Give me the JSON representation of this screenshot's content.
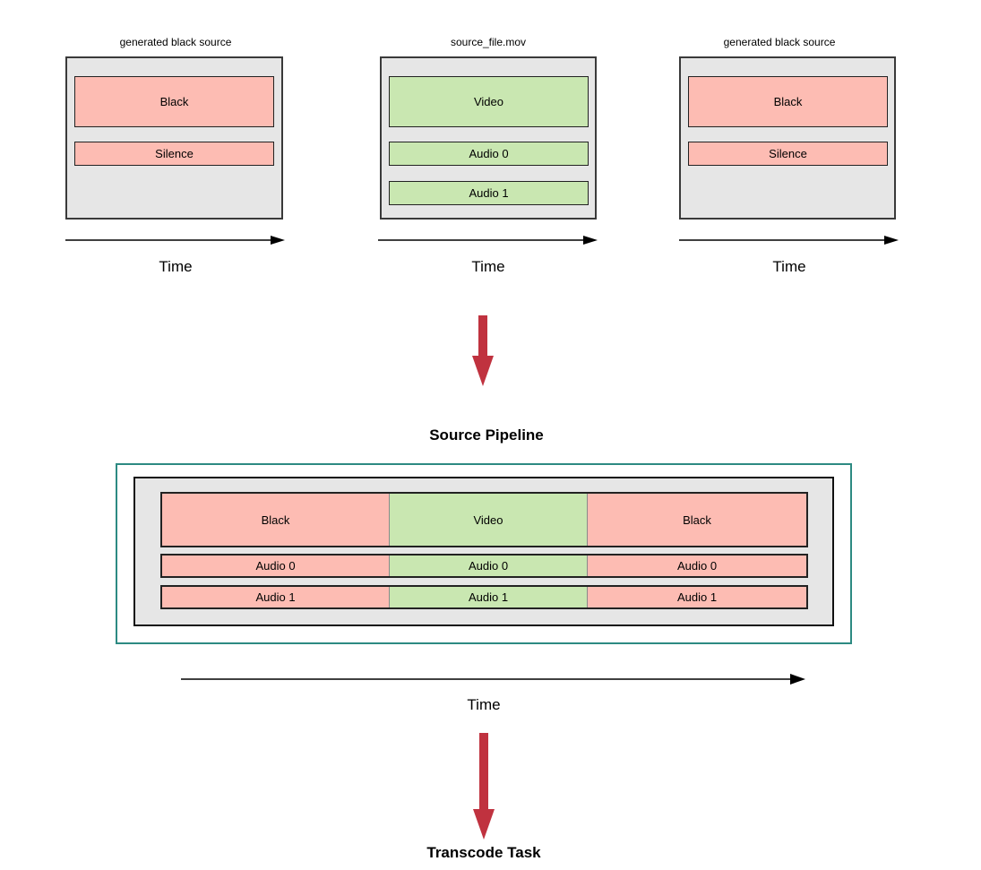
{
  "sources": [
    {
      "title": "generated black source",
      "tracks": [
        {
          "label": "Black",
          "kind": "black"
        },
        {
          "label": "Silence",
          "kind": "black"
        }
      ],
      "time_label": "Time"
    },
    {
      "title": "source_file.mov",
      "tracks": [
        {
          "label": "Video",
          "kind": "media"
        },
        {
          "label": "Audio 0",
          "kind": "media"
        },
        {
          "label": "Audio 1",
          "kind": "media"
        }
      ],
      "time_label": "Time"
    },
    {
      "title": "generated black source",
      "tracks": [
        {
          "label": "Black",
          "kind": "black"
        },
        {
          "label": "Silence",
          "kind": "black"
        }
      ],
      "time_label": "Time"
    }
  ],
  "pipeline": {
    "title": "Source Pipeline",
    "rows": [
      {
        "segments": [
          "Black",
          "Video",
          "Black"
        ]
      },
      {
        "segments": [
          "Audio 0",
          "Audio 0",
          "Audio 0"
        ]
      },
      {
        "segments": [
          "Audio 1",
          "Audio 1",
          "Audio 1"
        ]
      }
    ],
    "time_label": "Time"
  },
  "output": {
    "title": "Transcode Task"
  },
  "colors": {
    "black_fill": "#fdbcb3",
    "media_fill": "#c9e7b1",
    "arrow": "#c0323f",
    "pipeline_border": "#2d8a82"
  }
}
